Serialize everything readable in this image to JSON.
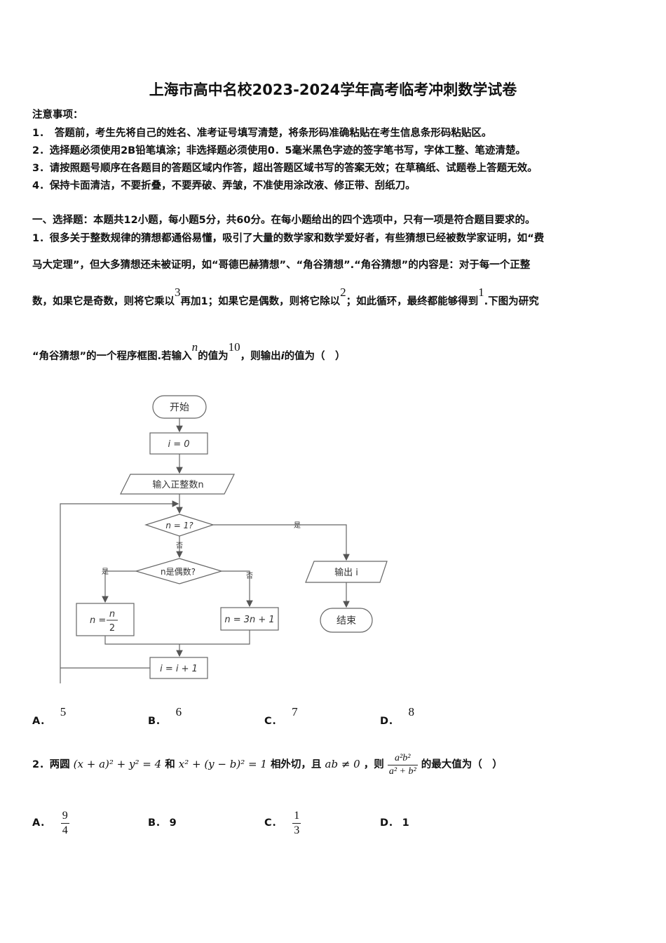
{
  "title": "上海市高中名校2023-2024学年高考临考冲刺数学试卷",
  "notice": {
    "heading": "注意事项：",
    "items": [
      "1．　答题前，考生先将自己的姓名、准考证号填写清楚，将条形码准确粘贴在考生信息条形码粘贴区。",
      "2．选择题必须使用2B铅笔填涂；非选择题必须使用0．5毫米黑色字迹的签字笔书写，字体工整、笔迹清楚。",
      "3．请按照题号顺序在各题目的答题区域内作答，超出答题区域书写的答案无效；在草稿纸、试题卷上答题无效。",
      "4．保持卡面清洁，不要折叠，不要弄破、弄皱，不准使用涂改液、修正带、刮纸刀。"
    ]
  },
  "section1": {
    "heading": "一、选择题：本题共12小题，每小题5分，共60分。在每小题给出的四个选项中，只有一项是符合题目要求的。"
  },
  "q1": {
    "line1": "1．很多关于整数规律的猜想都通俗易懂，吸引了大量的数学家和数学爱好者，有些猜想已经被数学家证明，如“费",
    "line2": "马大定理”，但大多猜想还未被证明，如“哥德巴赫猜想”、“角谷猜想”.“角谷猜想”的内容是：对于每一个正整",
    "line3_a": "数，如果它是奇数，则将它乘以",
    "line3_v1": "3",
    "line3_b": "再加1；如果它是偶数，则将它除以",
    "line3_v2": "2",
    "line3_c": "；如此循环，最终都能够得到",
    "line3_v3": "1",
    "line3_d": ".下图为研究",
    "line4_a": "“角谷猜想”的一个程序框图.若输入",
    "line4_var": "n",
    "line4_b": "的值为",
    "line4_val": "10",
    "line4_c": "，则输出",
    "line4_i": "i",
    "line4_d": "的值为（　）",
    "flowchart": {
      "start": "开始",
      "init": "i = 0",
      "input": "输入正整数n",
      "cond1": "n = 1?",
      "yes1": "是",
      "no1": "否",
      "cond2": "n是偶数?",
      "yes2": "是",
      "no2": "否",
      "even_lhs": "n =",
      "even_num": "n",
      "even_den": "2",
      "odd": "n = 3n + 1",
      "incr": "i = i + 1",
      "output": "输出 i",
      "end": "结束"
    },
    "options": [
      {
        "label": "A．",
        "value": "5"
      },
      {
        "label": "B．",
        "value": "6"
      },
      {
        "label": "C．",
        "value": "7"
      },
      {
        "label": "D．",
        "value": "8"
      }
    ]
  },
  "q2": {
    "prefix": "2．两圆",
    "circle1": "(x + a)² + y² = 4",
    "and": "和",
    "circle2": "x² + (y − b)² = 1",
    "mid": "相外切，且",
    "cond": "ab ≠ 0",
    "then": "，则",
    "frac_num": "a²b²",
    "frac_den": "a² + b²",
    "suffix": "的最大值为（　）",
    "options": [
      {
        "label": "A．",
        "num": "9",
        "den": "4"
      },
      {
        "label": "B．",
        "value": "9"
      },
      {
        "label": "C．",
        "num": "1",
        "den": "3"
      },
      {
        "label": "D．",
        "value": "1"
      }
    ]
  }
}
